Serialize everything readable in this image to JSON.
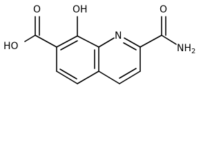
{
  "labels": {
    "hydroxyl": "OH",
    "acid_oh": "HO",
    "acid_o": "O",
    "ring_n": "N",
    "amide_o": "O",
    "amide_nh2": "NH2",
    "amide_n_text": "NH",
    "amide_subscript": "2"
  },
  "colors": {
    "bond": "#000000",
    "text": "#000000",
    "background": "#ffffff"
  }
}
